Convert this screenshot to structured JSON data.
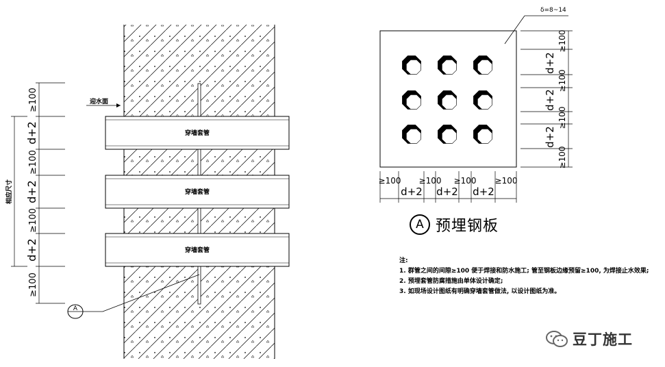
{
  "left_view": {
    "water_face_label": "迎水面",
    "pipe_labels": [
      "穿墙套管",
      "穿墙套管",
      "穿墙套管"
    ],
    "total_dimension_label": "相应尺寸",
    "dimension_labels": [
      "≥100",
      "d+2",
      "≥100",
      "d+2",
      "≥100",
      "d+2",
      "≥100"
    ],
    "callout_label": "A"
  },
  "plate_view": {
    "thickness_label": "δ=8~14",
    "right_dimensions": [
      "≥100",
      "d+2",
      "≥100",
      "d+2",
      "≥100",
      "d+2",
      "≥100"
    ],
    "bottom_dimensions": [
      "≥100",
      "d+2",
      "≥100",
      "d+2",
      "≥100",
      "d+2",
      "≥100"
    ],
    "hole_rows": 3,
    "hole_cols": 3
  },
  "detail_title": {
    "marker": "A",
    "text": "预埋钢板"
  },
  "notes": {
    "heading": "注:",
    "items": [
      "1. 群管之间的间隙≥100 便于焊接和防水施工; 管至钢板边缘预留≥100, 为焊接止水效果;",
      "2. 预埋套管防腐措施由单体设计确定;",
      "3. 如现场设计图纸有明确穿墙套管做法, 以设计图纸为准。"
    ]
  },
  "watermark": {
    "text": "豆丁施工",
    "icon": "wechat-icon"
  }
}
